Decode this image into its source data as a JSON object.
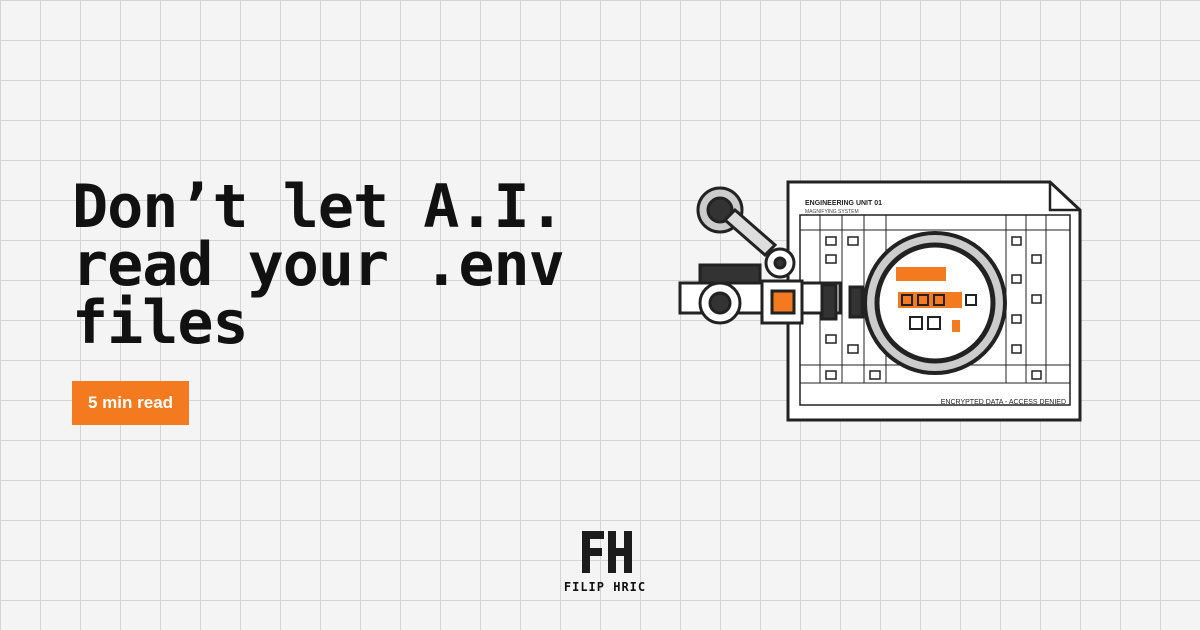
{
  "title": "Don’t let A.I. read your .env files",
  "badge": "5 min read",
  "illustration": {
    "doc_title": "ENGINEERING UNIT 01",
    "doc_subtitle": "MAGNIFYING SYSTEM",
    "doc_footer": "ENCRYPTED DATA - ACCESS DENIED",
    "accent": "#f47a1f"
  },
  "logo": {
    "monogram": "FH",
    "name": "FILIP HRIC"
  }
}
